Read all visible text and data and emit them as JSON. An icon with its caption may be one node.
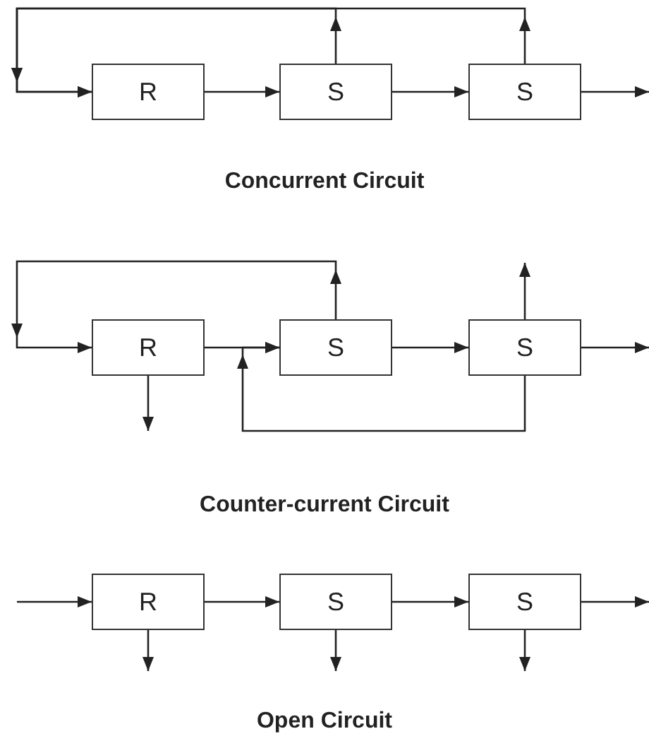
{
  "diagram": {
    "nodes": [
      {
        "text": [
          "R"
        ]
      },
      {
        "text": [
          "S"
        ]
      },
      {
        "text": [
          "S"
        ]
      },
      {
        "text": [
          "R"
        ]
      },
      {
        "text": [
          "S"
        ]
      },
      {
        "text": [
          "S"
        ]
      },
      {
        "text": [
          "R"
        ]
      },
      {
        "text": [
          "S"
        ]
      },
      {
        "text": [
          "S"
        ]
      }
    ],
    "edges": [
      {
        "from": 0,
        "to": 1,
        "arrow": "to"
      },
      {
        "from": 1,
        "to": 2,
        "arrow": "to"
      },
      {
        "from": 2,
        "to": null,
        "arrow": "to"
      },
      {
        "from": 1,
        "to": 0,
        "arrow": "to"
      },
      {
        "from": 2,
        "to": 0,
        "arrow": "to"
      },
      {
        "from": 3,
        "to": 4,
        "arrow": "to"
      },
      {
        "from": 4,
        "to": 5,
        "arrow": "to"
      },
      {
        "from": 5,
        "to": null,
        "arrow": "to"
      },
      {
        "from": 5,
        "to": null,
        "arrow": "to"
      },
      {
        "from": 4,
        "to": 3,
        "arrow": "to"
      },
      {
        "from": 3,
        "to": null,
        "arrow": "to"
      },
      {
        "from": 5,
        "to": 4,
        "arrow": "to"
      },
      {
        "from": null,
        "to": 6,
        "arrow": "to"
      },
      {
        "from": 6,
        "to": 7,
        "arrow": "to"
      },
      {
        "from": 7,
        "to": 8,
        "arrow": "to"
      },
      {
        "from": 8,
        "to": null,
        "arrow": "to"
      },
      {
        "from": 6,
        "to": null,
        "arrow": "to"
      },
      {
        "from": 7,
        "to": null,
        "arrow": "to"
      },
      {
        "from": 8,
        "to": null,
        "arrow": "to"
      }
    ],
    "labels": [
      "Concurrent Circuit",
      "Counter-current Circuit",
      "Open Circuit"
    ]
  }
}
